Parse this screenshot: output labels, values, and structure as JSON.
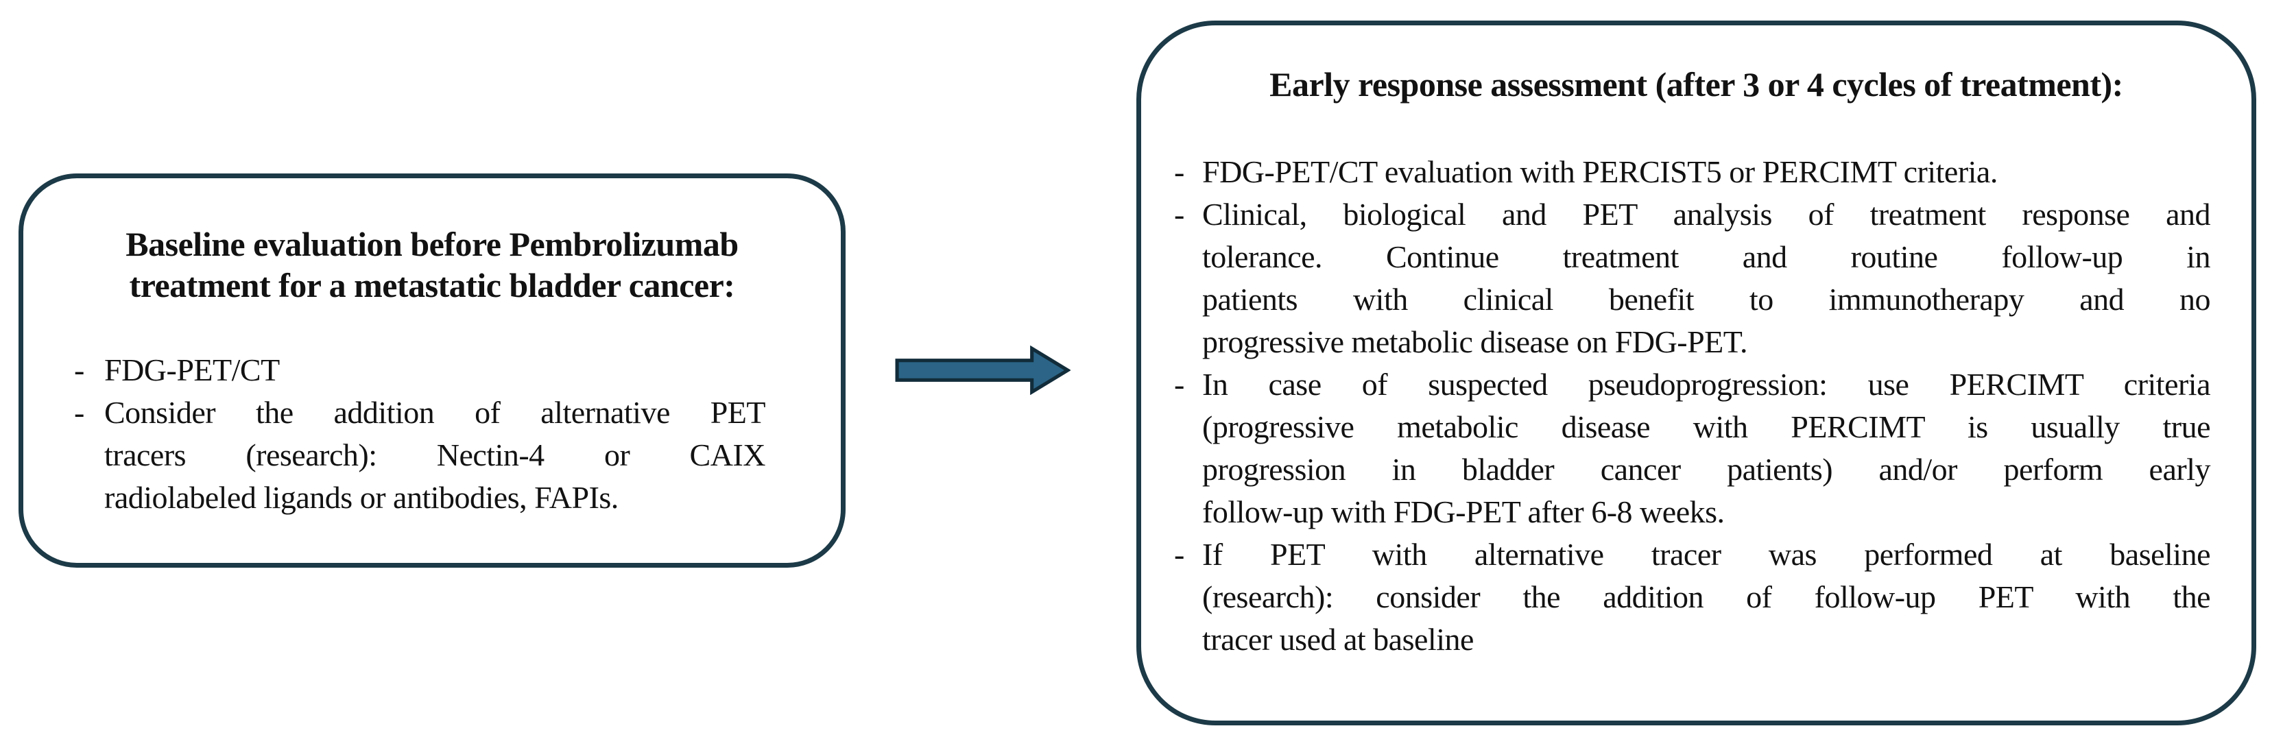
{
  "figure": {
    "marker": "-",
    "left_box": {
      "title_lines": [
        "Baseline evaluation before Pembrolizumab",
        "treatment for a metastatic bladder cancer:"
      ],
      "bullets": [
        {
          "lines": [
            "FDG-PET/CT"
          ]
        },
        {
          "lines": [
            "Consider the addition of alternative PET",
            "tracers (research): Nectin-4 or CAIX",
            "radiolabeled ligands or antibodies, FAPIs."
          ]
        }
      ]
    },
    "arrow": {
      "direction": "right"
    },
    "right_box": {
      "title": "Early response assessment (after 3 or 4 cycles of treatment):",
      "bullets": [
        {
          "lines": [
            "FDG-PET/CT evaluation with PERCIST5 or PERCIMT criteria."
          ]
        },
        {
          "lines": [
            "Clinical, biological and PET analysis of treatment response and",
            "tolerance. Continue treatment and routine follow-up in",
            "patients with clinical benefit to immunotherapy and no",
            "progressive metabolic disease on FDG-PET."
          ]
        },
        {
          "lines": [
            "In case of suspected pseudoprogression: use PERCIMT criteria",
            "(progressive metabolic disease with PERCIMT is usually true",
            "progression in bladder cancer patients) and/or perform early",
            "follow-up with FDG-PET after 6-8 weeks."
          ]
        },
        {
          "lines": [
            "If PET with alternative tracer was performed at baseline",
            "(research): consider the addition of follow-up PET with the",
            "tracer used at baseline"
          ]
        }
      ]
    },
    "colors": {
      "background": "#ffffff",
      "border": "#1c3a47",
      "text": "#121212",
      "arrow_fill": "#2b6486",
      "arrow_stroke": "#122c3a"
    }
  }
}
